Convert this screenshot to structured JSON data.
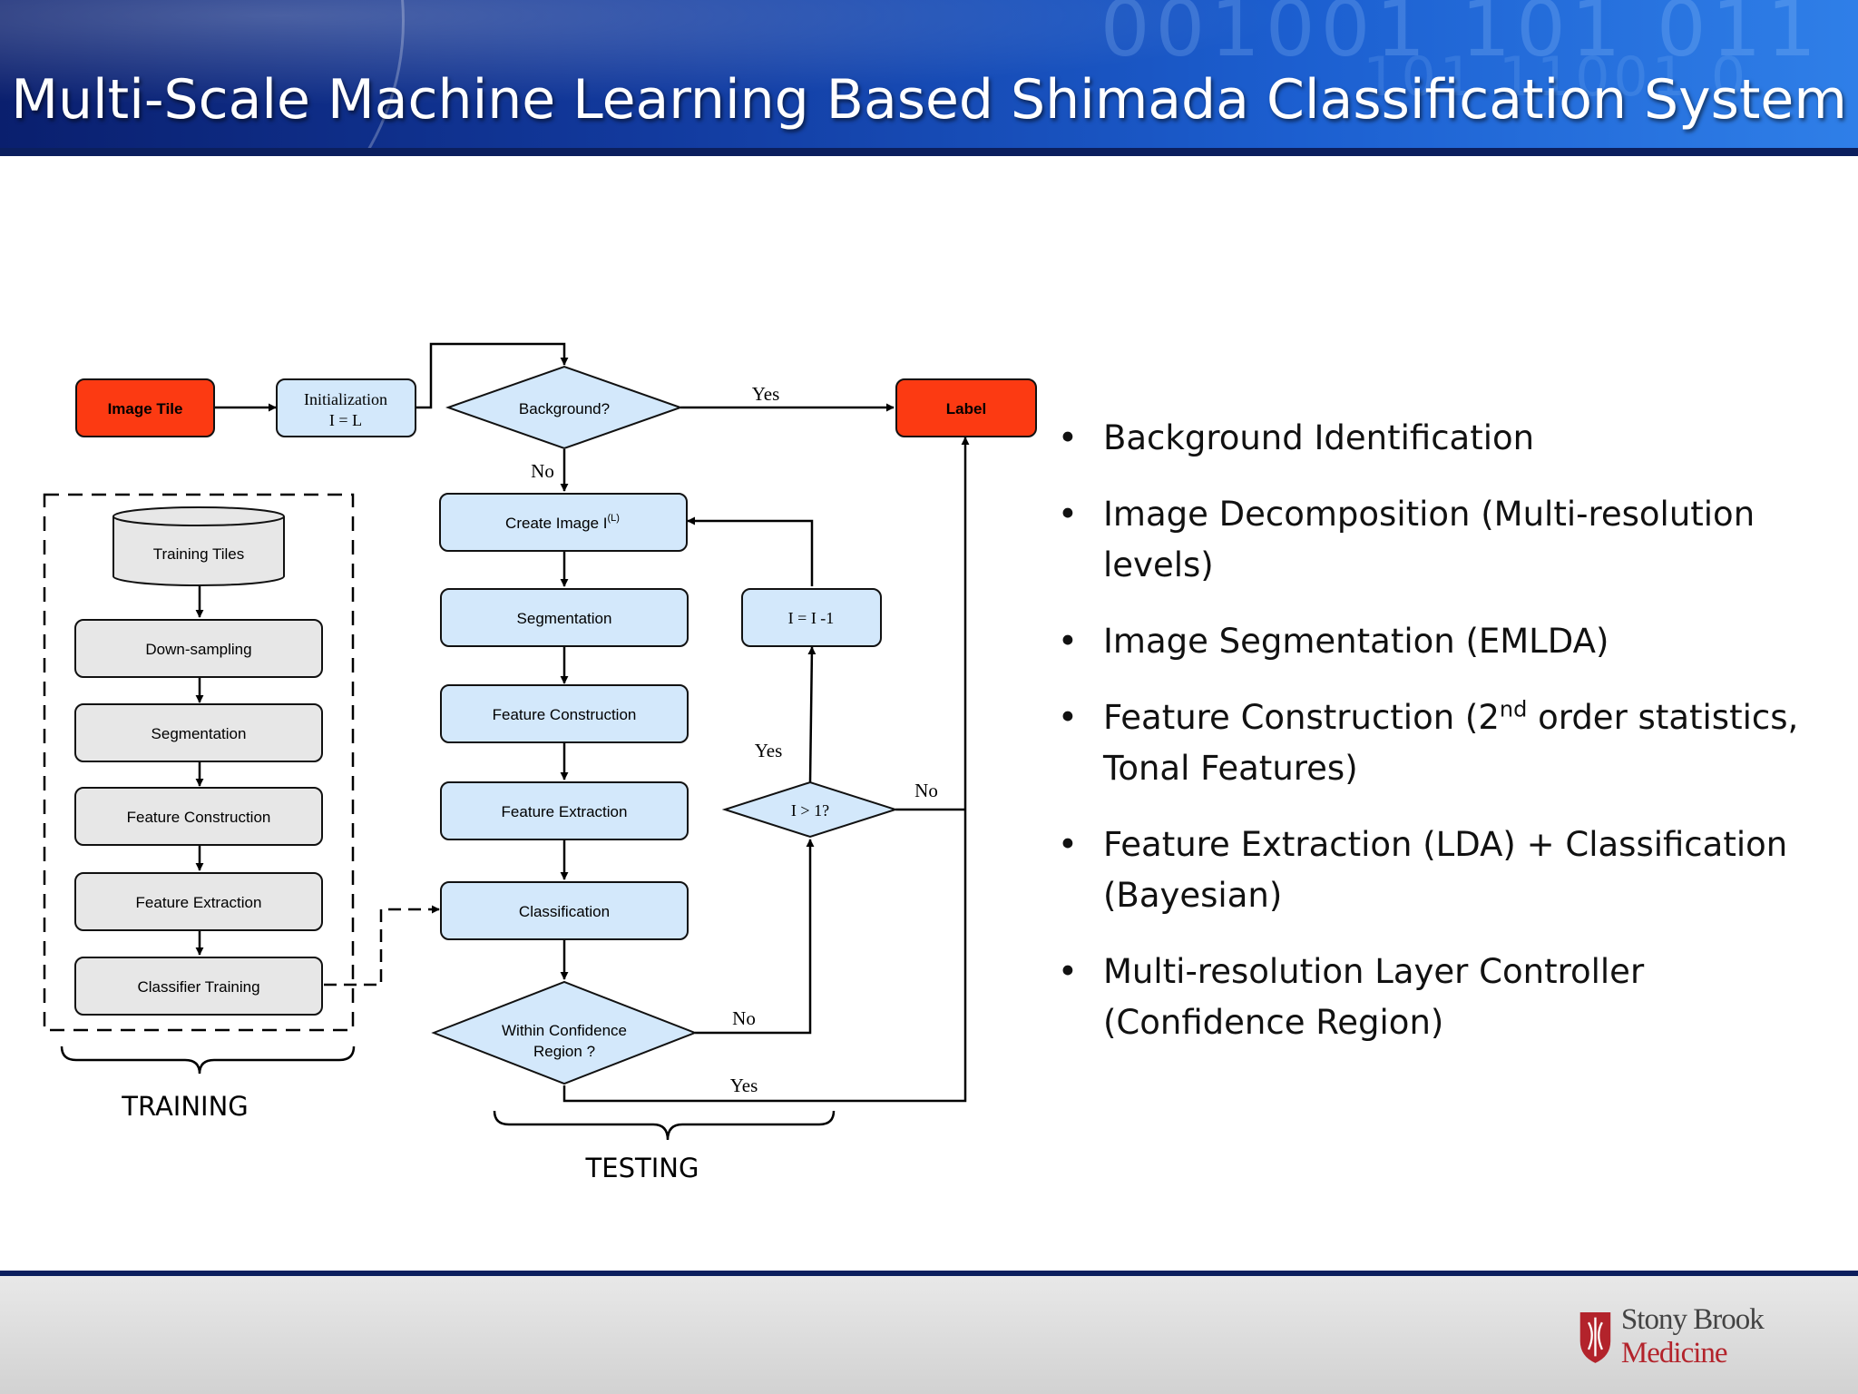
{
  "header": {
    "title": "Multi-Scale Machine Learning Based Shimada Classification System",
    "background_digits_1": "001001 101 011",
    "background_digits_2": "101 11001 0"
  },
  "colors": {
    "header_dark": "#0a1f6e",
    "header_light": "#2f7fe8",
    "terminal_fill": "#fc3a12",
    "process_fill": "#d3e8fb",
    "training_fill": "#e7e7e7",
    "footer": "#d8d8d8",
    "logo_red": "#b3232b"
  },
  "diagram": {
    "image_tile": "Image Tile",
    "initialization_line1": "Initialization",
    "initialization_line2": "I = L",
    "background_q": "Background?",
    "label": "Label",
    "create_image": "Create Image I",
    "create_image_sup": "(L)",
    "segmentation": "Segmentation",
    "feature_construction": "Feature Construction",
    "feature_extraction": "Feature Extraction",
    "classification": "Classification",
    "confidence_line1": "Within Confidence",
    "confidence_line2": "Region ?",
    "decrement": "I = I -1",
    "level_check": "I > 1?",
    "yes": "Yes",
    "no": "No",
    "training_tiles": "Training Tiles",
    "downsampling": "Down-sampling",
    "train_segmentation": "Segmentation",
    "train_feature_construction": "Feature Construction",
    "train_feature_extraction": "Feature Extraction",
    "classifier_training": "Classifier Training",
    "training_label": "TRAINING",
    "testing_label": "TESTING"
  },
  "bullets": {
    "b1": "Background Identification",
    "b2": "Image Decomposition (Multi-resolution levels)",
    "b3": "Image Segmentation (EMLDA)",
    "b4_pre": "Feature Construction (2",
    "b4_sup": "nd",
    "b4_post": " order statistics, Tonal Features)",
    "b5": "Feature Extraction (LDA) + Classification (Bayesian)",
    "b6": "Multi-resolution Layer Controller (Confidence Region)",
    "bullet_glyph": "•"
  },
  "footer": {
    "logo_word1": "Stony Brook",
    "logo_word2": "Medicine",
    "logo_icon": "shield-icon"
  }
}
